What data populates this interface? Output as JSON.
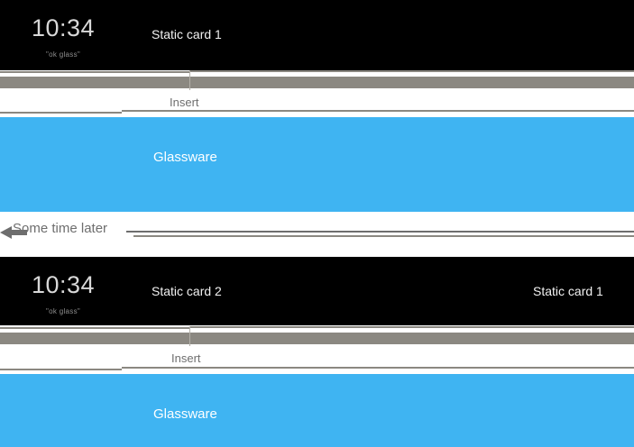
{
  "meta": {
    "accent_blue": "#3fb4f2",
    "rail_gray": "#8b8881",
    "card_black": "#000000",
    "text_gray": "#6e6e6e"
  },
  "sequence": {
    "step1": {
      "glass": {
        "clock_time": "10:34",
        "voice_hint": "\"ok glass\"",
        "cards": [
          {
            "label": "Static card 1",
            "position": "center"
          }
        ]
      },
      "connector": {
        "label": "Insert"
      },
      "glassware": {
        "label": "Glassware"
      }
    },
    "divider": {
      "label": "Some time later",
      "arrow": "left-arrow-icon"
    },
    "step2": {
      "glass": {
        "clock_time": "10:34",
        "voice_hint": "\"ok glass\"",
        "cards": [
          {
            "label": "Static card 2",
            "position": "center"
          },
          {
            "label": "Static card 1",
            "position": "right"
          }
        ]
      },
      "connector": {
        "label": "Insert"
      },
      "glassware": {
        "label": "Glassware"
      }
    }
  }
}
